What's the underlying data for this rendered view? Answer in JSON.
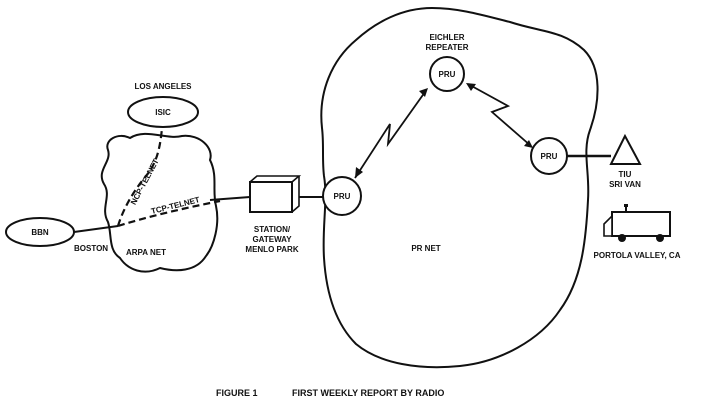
{
  "colors": {
    "ink": "#111111",
    "paper": "#ffffff"
  },
  "nodes": {
    "isic": "ISIC",
    "bbn": "BBN",
    "pru_gateway": "PRU",
    "pru_repeater": "PRU",
    "pru_van": "PRU"
  },
  "labels": {
    "los_angeles": "LOS ANGELES",
    "boston": "BOSTON",
    "arpa_net": "ARPA NET",
    "ncp_telnet": "NCP-TELNET",
    "tcp_telnet": "TCP-TELNET",
    "station_line1": "STATION/",
    "station_line2": "GATEWAY",
    "station_line3": "MENLO PARK",
    "pr_net": "PR NET",
    "repeater_line1": "EICHLER",
    "repeater_line2": "REPEATER",
    "tiu_line1": "TIU",
    "tiu_line2": "SRI VAN",
    "portola": "PORTOLA VALLEY, CA"
  },
  "caption": {
    "figure": "FIGURE 1",
    "title": "FIRST WEEKLY REPORT BY RADIO"
  },
  "icons": [
    "van-icon",
    "antenna-icon",
    "station-box-icon"
  ]
}
